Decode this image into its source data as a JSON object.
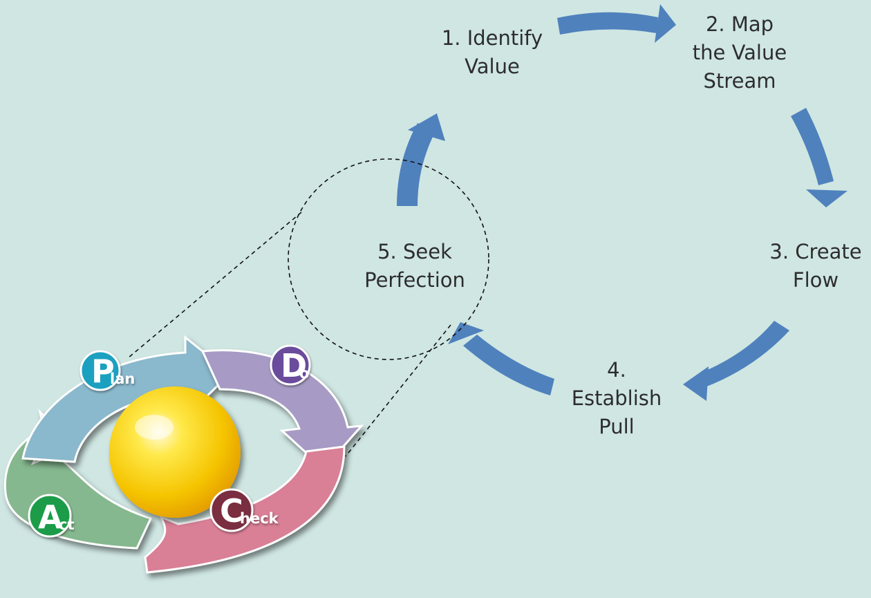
{
  "steps": [
    {
      "lines": [
        "1. Identify",
        "Value"
      ]
    },
    {
      "lines": [
        "2. Map",
        "the Value",
        "Stream"
      ]
    },
    {
      "lines": [
        "3. Create",
        "Flow"
      ]
    },
    {
      "lines": [
        "4.",
        "Establish",
        "Pull"
      ]
    },
    {
      "lines": [
        "5. Seek",
        "Perfection"
      ]
    }
  ],
  "pdca": {
    "plan": {
      "initial": "P",
      "rest": "lan"
    },
    "do": {
      "initial": "D",
      "rest": "o"
    },
    "check": {
      "initial": "C",
      "rest": "heck"
    },
    "act": {
      "initial": "A",
      "rest": "ct"
    }
  },
  "colors": {
    "background": "#cfe6e2",
    "cycle_arrow": "#4f81bd",
    "plan": "#8ab8cc",
    "do": "#a79bc5",
    "check": "#d97f96",
    "act": "#86b88f",
    "plan_badge": "#1aa0c0",
    "do_badge": "#6a4c9c",
    "check_badge": "#7a2e40",
    "act_badge": "#1f9c48",
    "sphere": "#f5c400"
  }
}
